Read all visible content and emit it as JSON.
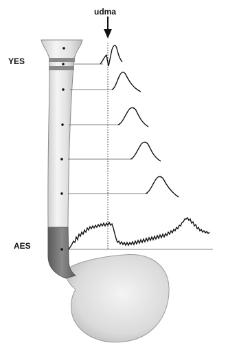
{
  "labels": {
    "swallow": "udma",
    "upper_sphincter": "YES",
    "lower_sphincter": "AES"
  },
  "colors": {
    "tube_fill": "#ececec",
    "tube_stroke": "#8a8a8a",
    "sphincter_band": "#7a7a7a",
    "les_segment": "#6f6f6f",
    "stomach_fill": "#dcdcdc",
    "trace_stroke": "#111111",
    "leader_line": "#555555"
  },
  "traces": {
    "count_sensors": 7,
    "peristaltic_waves": 5
  }
}
